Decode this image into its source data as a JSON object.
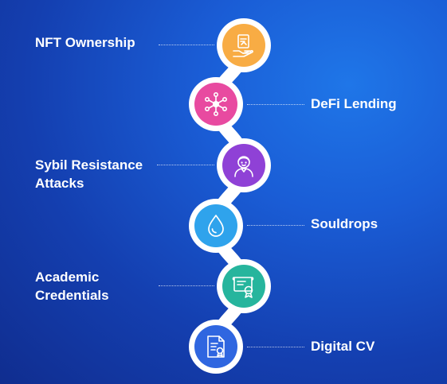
{
  "colors": {
    "background_light": "#1f76e8",
    "background_dark": "#102d8f",
    "chain": "#ffffff",
    "label_text": "#ffffff"
  },
  "items": [
    {
      "id": "nft-ownership",
      "lines": [
        "NFT Ownership"
      ],
      "icon": "nft-hand-icon",
      "color": "#f8ac44",
      "side": "left"
    },
    {
      "id": "defi-lending",
      "lines": [
        "DeFi Lending"
      ],
      "icon": "network-nodes-icon",
      "color": "#e84aa0",
      "side": "right"
    },
    {
      "id": "sybil-resistance",
      "lines": [
        "Sybil Resistance",
        "Attacks"
      ],
      "icon": "person-avatar-icon",
      "color": "#8f41d6",
      "side": "left"
    },
    {
      "id": "souldrops",
      "lines": [
        "Souldrops"
      ],
      "icon": "water-drop-icon",
      "color": "#2fa3ec",
      "side": "right"
    },
    {
      "id": "academic-credentials",
      "lines": [
        "Academic",
        "Credentials"
      ],
      "icon": "diploma-certificate-icon",
      "color": "#26b59d",
      "side": "left"
    },
    {
      "id": "digital-cv",
      "lines": [
        "Digital CV"
      ],
      "icon": "cv-document-icon",
      "color": "#2f66e0",
      "side": "right"
    }
  ]
}
